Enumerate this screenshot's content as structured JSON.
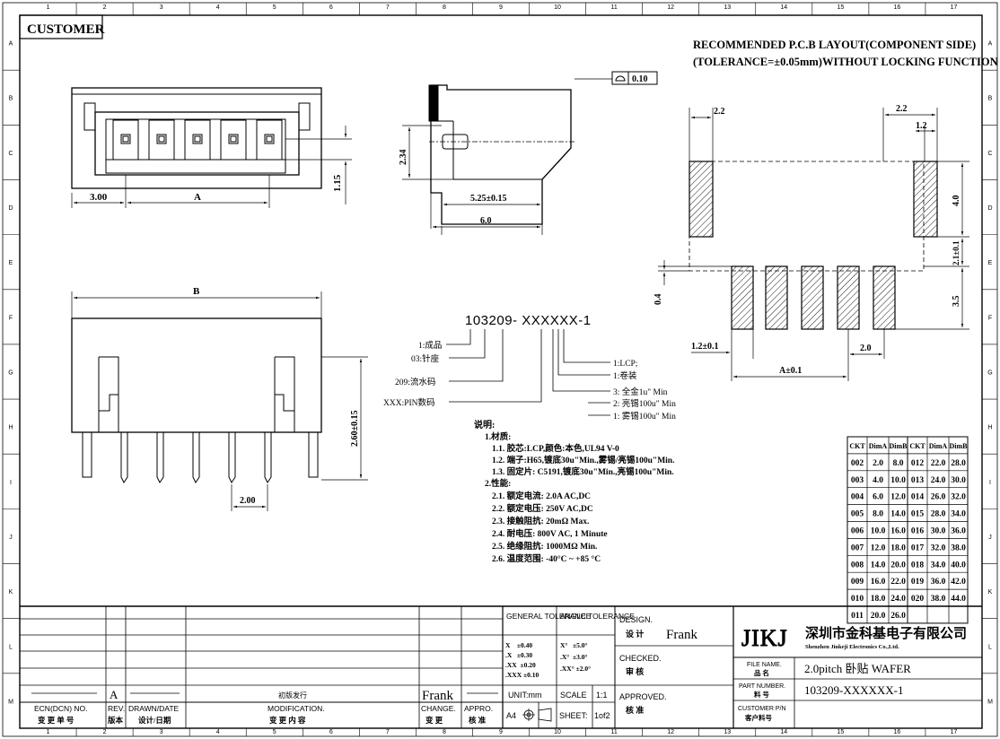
{
  "customer_label": "CUSTOMER",
  "border": {
    "columns": [
      "1",
      "2",
      "3",
      "4",
      "5",
      "6",
      "7",
      "8",
      "9",
      "10",
      "11",
      "12",
      "13",
      "14",
      "15",
      "16",
      "17"
    ],
    "rows": [
      "A",
      "B",
      "C",
      "D",
      "E",
      "F",
      "G",
      "H",
      "I",
      "J",
      "K",
      "L",
      "M"
    ]
  },
  "pcb_layout": {
    "title_line1": "RECOMMENDED P.C.B LAYOUT(COMPONENT SIDE)",
    "title_line2": "(TOLERANCE=±0.05mm)WITHOUT LOCKING FUNCTION",
    "dims": {
      "left_pad_width": "2.2",
      "right_pad_width": "2.2",
      "right_inner": "1.2",
      "pad_height": "4.0",
      "gap": "2.1±0.1",
      "offset": "0.4",
      "row_height": "3.5",
      "edge": "1.2±0.1",
      "pitch": "2.0",
      "span": "A±0.1"
    }
  },
  "top_view": {
    "dim_left": "3.00",
    "dim_a": "A",
    "dim_height": "1.15"
  },
  "side_view": {
    "flatness": "0.10",
    "dim_height": "2.34",
    "dim_inner": "5.25±0.15",
    "dim_total": "6.0"
  },
  "front_view": {
    "dim_b": "B",
    "dim_height": "2.60±0.15",
    "dim_pitch": "2.00"
  },
  "part_code": {
    "code": "103209-  XXXXXX-1",
    "left_labels": [
      "1:成品",
      "03:针座",
      "209:流水码",
      "XXX:PIN数码"
    ],
    "right_labels": [
      "1:LCP;",
      "1:卷装",
      "3: 全金1u\" Min",
      "2: 亮锡100u\" Min",
      "1: 雾锡100u\" Min"
    ]
  },
  "notes": {
    "heading": "说明:",
    "lines": [
      "1.材质:",
      "1.1. 胶芯:LCP,颜色:本色,UL94 V-0",
      "1.2. 端子:H65,镀底30u\"Min.,雾锡/亮锡100u\"Min.",
      "1.3. 固定片: C5191,镀底30u\"Min.,亮锡100u\"Min.",
      "2.性能:",
      "2.1. 额定电流: 2.0A AC,DC",
      "2.2. 额定电压: 250V AC,DC",
      "2.3. 接触阻抗: 20mΩ Max.",
      "2.4. 耐电压: 800V AC, 1 Minute",
      "2.5. 绝缘阻抗: 1000MΩ Min.",
      "2.6. 温度范围: -40°C ~ +85 °C"
    ]
  },
  "dim_table": {
    "headers": [
      "CKT",
      "DimA",
      "DimB",
      "CKT",
      "DimA",
      "DimB"
    ],
    "rows": [
      [
        "002",
        "2.0",
        "8.0",
        "012",
        "22.0",
        "28.0"
      ],
      [
        "003",
        "4.0",
        "10.0",
        "013",
        "24.0",
        "30.0"
      ],
      [
        "004",
        "6.0",
        "12.0",
        "014",
        "26.0",
        "32.0"
      ],
      [
        "005",
        "8.0",
        "14.0",
        "015",
        "28.0",
        "34.0"
      ],
      [
        "006",
        "10.0",
        "16.0",
        "016",
        "30.0",
        "36.0"
      ],
      [
        "007",
        "12.0",
        "18.0",
        "017",
        "32.0",
        "38.0"
      ],
      [
        "008",
        "14.0",
        "20.0",
        "018",
        "34.0",
        "40.0"
      ],
      [
        "009",
        "16.0",
        "22.0",
        "019",
        "36.0",
        "42.0"
      ],
      [
        "010",
        "18.0",
        "24.0",
        "020",
        "38.0",
        "44.0"
      ],
      [
        "011",
        "20.0",
        "26.0",
        "",
        "",
        ""
      ]
    ]
  },
  "revision_block": {
    "rev": "A",
    "modification": "初版发行",
    "change": "Frank",
    "headers": {
      "ecn": "ECN(DCN) NO.",
      "ecn_cn": "变 更 单 号",
      "rev": "REV.",
      "rev_cn": "版本",
      "drawn": "DRAWN/DATE",
      "drawn_cn": "设计/日期",
      "modification": "MODIFICATION.",
      "modification_cn": "变 更 内 容",
      "change": "CHANGE.",
      "change_cn": "变 更",
      "appro": "APPRO.",
      "appro_cn": "核 准"
    }
  },
  "tolerance_block": {
    "general": "GENERAL TOLERANCE",
    "angle": "ANGLE TOLERANCE",
    "general_values": [
      "X    ±0.40",
      ".X   ±0.30",
      ".XX  ±0.20",
      ".XXX ±0.10"
    ],
    "angle_values": [
      "X°   ±5.0°",
      ".X°  ±3.0°",
      ".XX° ±2.0°"
    ],
    "unit_label": "UNIT:mm",
    "scale_label": "SCALE",
    "scale_value": "1:1",
    "paper": "A4",
    "sheet_label": "SHEET:",
    "sheet_value": "1of2"
  },
  "approval_block": {
    "design_label": "DESIGN.",
    "design_cn": "设 计",
    "designer": "Frank",
    "checked_label": "CHECKED.",
    "checked_cn": "审 核",
    "approved_label": "APPROVED.",
    "approved_cn": "核 准"
  },
  "company_block": {
    "logo": "JIKJ",
    "name_cn": "深圳市金科基电子有限公司",
    "name_en": "Shenzhen Jinkeji Electronics Co.,Ltd.",
    "file_name_label": "FILE NAME.",
    "file_name_cn": "品 名",
    "file_name": "2.0pitch 卧贴 WAFER",
    "part_number_label": "PART NUMBER.",
    "part_number_cn": "料 号",
    "part_number": "103209-XXXXXX-1",
    "customer_pn_label": "CUSTOMER P/N",
    "customer_pn_cn": "客户料号",
    "customer_pn": ""
  }
}
